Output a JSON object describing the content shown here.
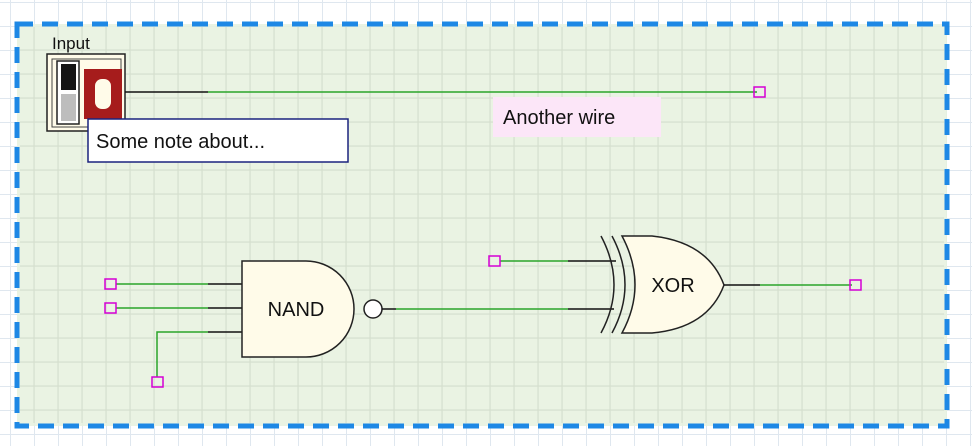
{
  "input": {
    "label": "Input",
    "value": "0"
  },
  "note": {
    "text": "Some note about..."
  },
  "wire_label": {
    "text": "Another wire"
  },
  "gates": {
    "nand": "NAND",
    "xor": "XOR"
  },
  "colors": {
    "selection_border": "#1e88e5",
    "selection_fill": "#e6f1de",
    "grid": "#dfe7ef",
    "wire": "#2aa52a",
    "wire_dark": "#111111",
    "pin": "#d400d4",
    "gate_fill": "#fffbe9",
    "switch_red": "#a61c1c",
    "label_bg": "#fce6f8",
    "note_border": "#1a237e"
  }
}
